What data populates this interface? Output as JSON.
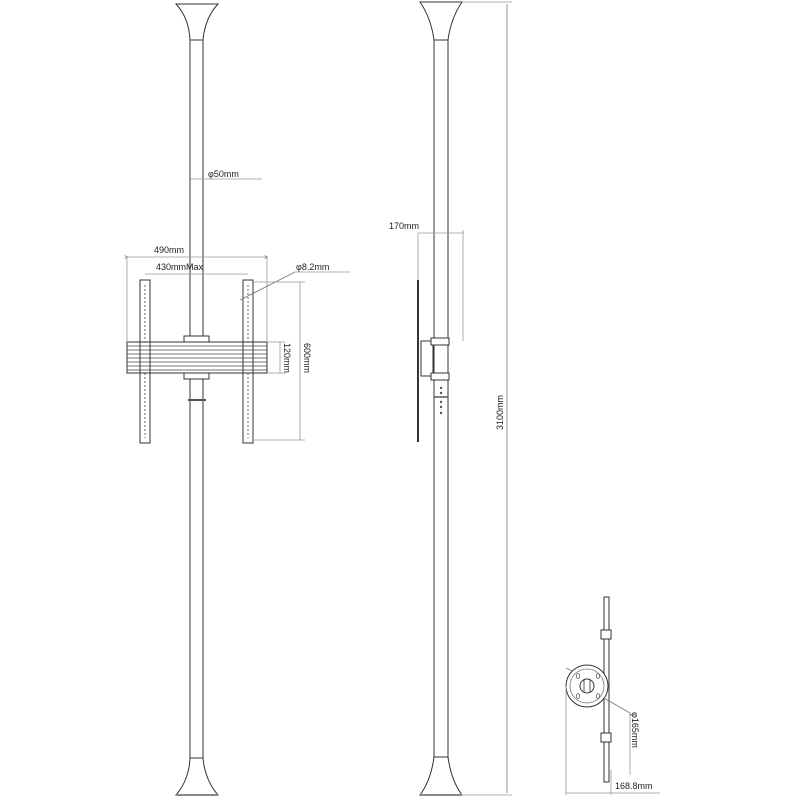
{
  "diagram": {
    "type": "technical drawing",
    "subject": "floor-to-ceiling TV pole mount",
    "views": [
      "front",
      "side",
      "top"
    ],
    "colors": {
      "line": "#333333",
      "dim_line": "#999999",
      "text": "#222222"
    }
  },
  "front_view": {
    "pole_diameter": "φ50mm",
    "bracket_width": "490mm",
    "max_hole_spacing": "430mmMax",
    "hole_diameter": "φ8.2mm",
    "crossbar_height": "120mm",
    "bracket_height": "600mm"
  },
  "side_view": {
    "offset": "170mm",
    "total_height": "3100mm"
  },
  "top_view": {
    "base_diameter": "φ165mm",
    "depth": "168.8mm"
  }
}
